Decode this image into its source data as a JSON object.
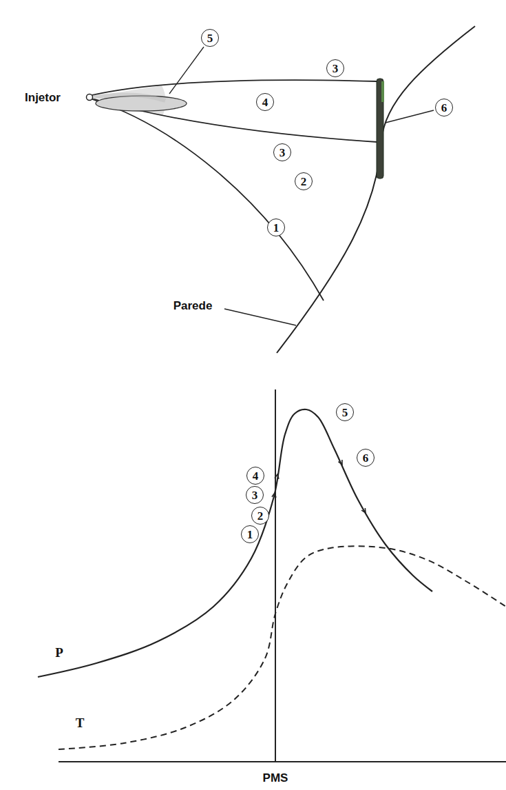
{
  "diagram": {
    "labels": [
      "5",
      "3",
      "4",
      "6",
      "3",
      "2",
      "1",
      "Injetor",
      "Parede",
      "5",
      "6",
      "4",
      "3",
      "2",
      "1",
      "P",
      "T",
      "PMS"
    ]
  }
}
